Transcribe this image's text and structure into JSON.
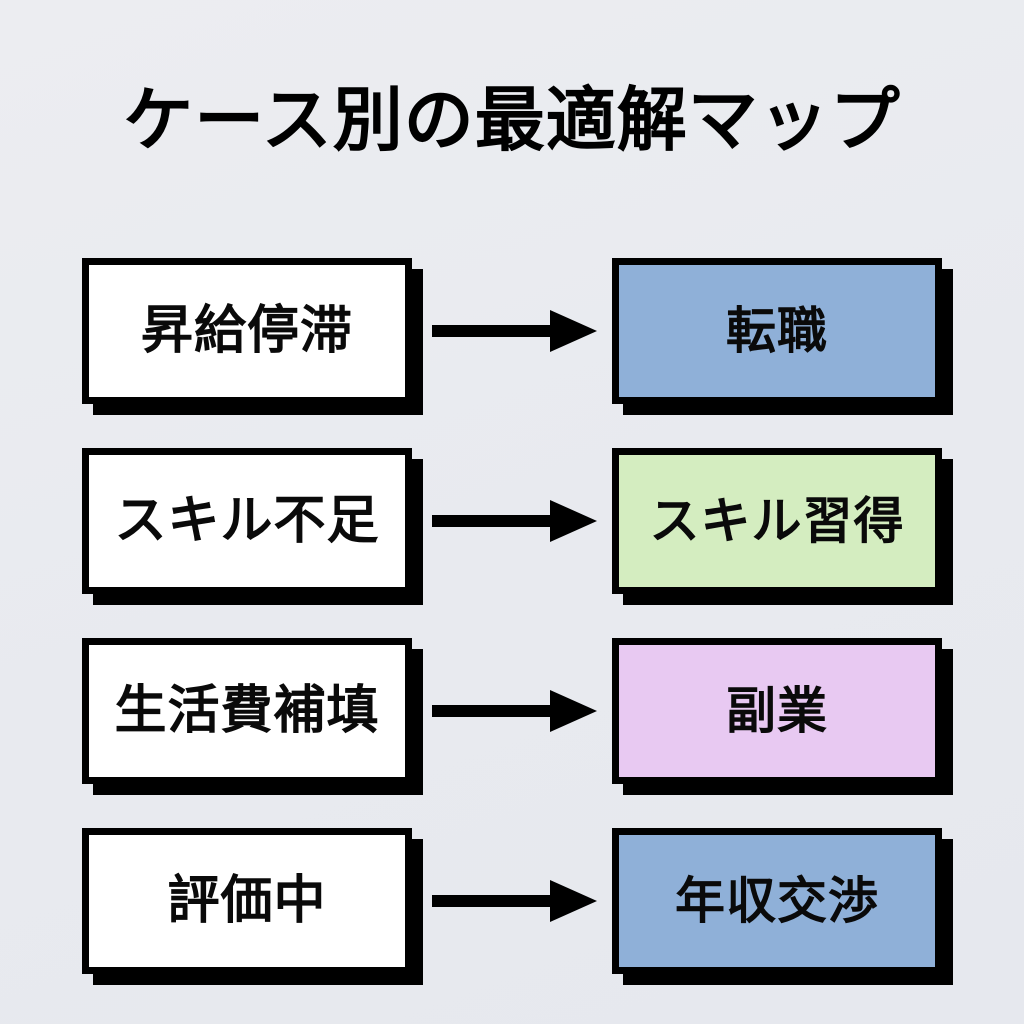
{
  "page": {
    "title": "ケース別の最適解マップ",
    "background_color": "#eaecf1"
  },
  "diagram": {
    "type": "mapping-flow",
    "arrow_icon": "arrow-right-icon",
    "rows": [
      {
        "source_label": "昇給停滞",
        "source_color": "#ffffff",
        "target_label": "転職",
        "target_color": "#8fb0d8"
      },
      {
        "source_label": "スキル不足",
        "source_color": "#ffffff",
        "target_label": "スキル習得",
        "target_color": "#d4edc0"
      },
      {
        "source_label": "生活費補填",
        "source_color": "#ffffff",
        "target_label": "副業",
        "target_color": "#e8c9f2"
      },
      {
        "source_label": "評価中",
        "source_color": "#ffffff",
        "target_label": "年収交渉",
        "target_color": "#8fb0d8"
      }
    ]
  }
}
